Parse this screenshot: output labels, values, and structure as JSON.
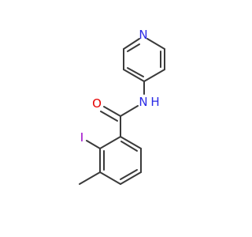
{
  "molecule": {
    "atoms": {
      "pyridine_n": "N",
      "amide_n": "N",
      "amide_h": "H",
      "carbonyl_o": "O",
      "iodine": "I"
    }
  },
  "colors": {
    "bond": "#3a3a3a",
    "nitrogen": "#2a2ae6",
    "oxygen": "#e60000",
    "iodine": "#9a00c8"
  }
}
